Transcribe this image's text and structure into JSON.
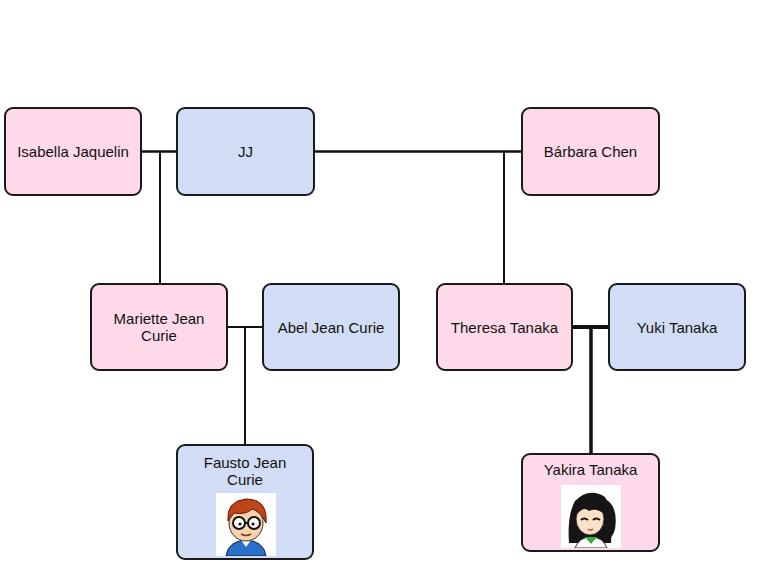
{
  "diagram": {
    "nodes": [
      {
        "text": [
          "Isabella Jaquelin"
        ]
      },
      {
        "text": [
          "JJ"
        ]
      },
      {
        "text": [
          "Bárbara Chen"
        ]
      },
      {
        "text": [
          "Mariette Jean Curie"
        ]
      },
      {
        "text": [
          "Abel Jean Curie"
        ]
      },
      {
        "text": [
          "Theresa Tanaka"
        ]
      },
      {
        "text": [
          "Yuki Tanaka"
        ]
      },
      {
        "text": [
          "Fausto Jean Curie"
        ]
      },
      {
        "text": [
          "Yakira Tanaka"
        ]
      }
    ],
    "edges": [
      {
        "from": 0,
        "to": 1,
        "arrow": "none"
      },
      {
        "from": 1,
        "to": 2,
        "arrow": "none"
      },
      {
        "from": 0,
        "to": 3,
        "arrow": "none"
      },
      {
        "from": 1,
        "to": 3,
        "arrow": "none"
      },
      {
        "from": 1,
        "to": 5,
        "arrow": "none"
      },
      {
        "from": 2,
        "to": 5,
        "arrow": "none"
      },
      {
        "from": 3,
        "to": 4,
        "arrow": "none"
      },
      {
        "from": 5,
        "to": 6,
        "arrow": "none"
      },
      {
        "from": 3,
        "to": 7,
        "arrow": "none"
      },
      {
        "from": 4,
        "to": 7,
        "arrow": "none"
      },
      {
        "from": 5,
        "to": 8,
        "arrow": "none"
      },
      {
        "from": 6,
        "to": 8,
        "arrow": "none"
      }
    ]
  }
}
